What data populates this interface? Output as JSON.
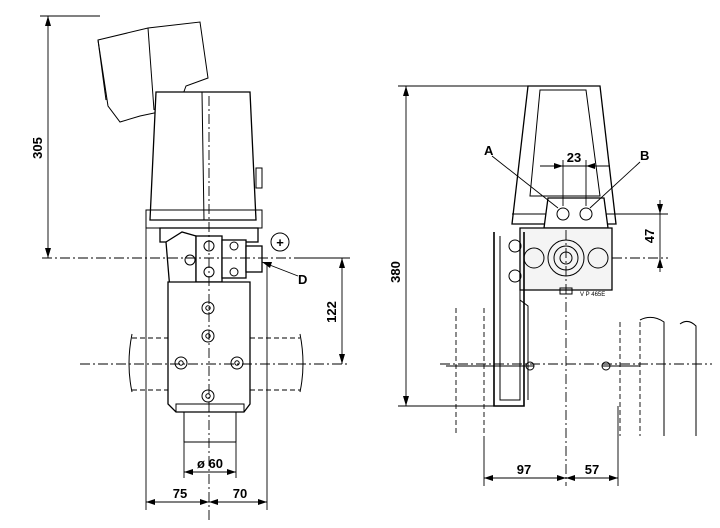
{
  "left_view": {
    "dim_height_swing": "305",
    "dim_center_offset": "122",
    "dim_diameter": "ø 60",
    "dim_left_width": "75",
    "dim_right_width": "70",
    "label_d": "D",
    "symbol_plus": "+"
  },
  "right_view": {
    "dim_total_height": "380",
    "dim_port_spacing": "23",
    "dim_port_height": "47",
    "dim_left_extent": "97",
    "dim_right_extent": "57",
    "label_a": "A",
    "label_b": "B",
    "plate_code": "V P 465E"
  }
}
